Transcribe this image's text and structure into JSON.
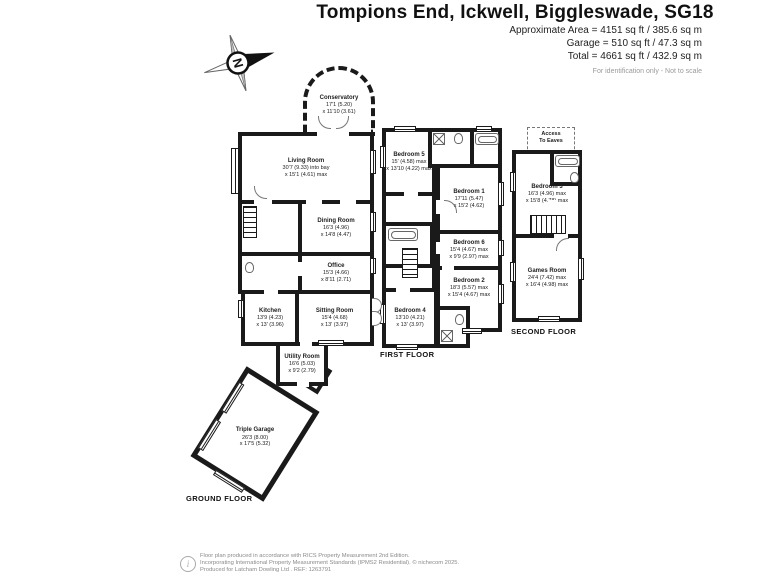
{
  "header": {
    "title": "Tompions End, Ickwell, Biggleswade, SG18",
    "area_line1": "Approximate Area = 4151 sq ft / 385.6 sq m",
    "area_line2": "Garage = 510 sq ft / 47.3 sq m",
    "area_line3": "Total = 4661 sq ft / 432.9 sq m",
    "note": "For identification only - Not to scale"
  },
  "compass": {
    "north_label": "N"
  },
  "floors": {
    "ground": {
      "label": "GROUND FLOOR"
    },
    "first": {
      "label": "FIRST FLOOR"
    },
    "second": {
      "label": "SECOND FLOOR",
      "access_line1": "Access",
      "access_line2": "To Eaves"
    }
  },
  "rooms": {
    "conservatory": {
      "name": "Conservatory",
      "dim1": "17'1 (5.20)",
      "dim2": "x 11'10 (3.61)"
    },
    "living_room": {
      "name": "Living Room",
      "dim1": "30'7 (9.33) into bay",
      "dim2": "x 15'1 (4.61) max"
    },
    "dining_room": {
      "name": "Dining Room",
      "dim1": "16'3 (4.96)",
      "dim2": "x 14'8 (4.47)"
    },
    "office": {
      "name": "Office",
      "dim1": "15'3 (4.66)",
      "dim2": "x 8'11 (2.71)"
    },
    "kitchen": {
      "name": "Kitchen",
      "dim1": "13'9 (4.23)",
      "dim2": "x 13' (3.96)"
    },
    "sitting_room": {
      "name": "Sitting Room",
      "dim1": "15'4 (4.68)",
      "dim2": "x 13' (3.97)"
    },
    "utility_room": {
      "name": "Utility Room",
      "dim1": "16'6 (5.03)",
      "dim2": "x 9'2 (2.79)"
    },
    "triple_garage": {
      "name": "Triple Garage",
      "dim1": "26'3 (8.00)",
      "dim2": "x 17'5 (5.32)"
    },
    "bedroom_5": {
      "name": "Bedroom 5",
      "dim1": "15' (4.58) max",
      "dim2": "x 13'10 (4.22) max"
    },
    "bedroom_1": {
      "name": "Bedroom 1",
      "dim1": "17'11 (5.47)",
      "dim2": "x 15'2 (4.62)"
    },
    "bedroom_6": {
      "name": "Bedroom 6",
      "dim1": "15'4 (4.67) max",
      "dim2": "x 9'9 (2.97) max"
    },
    "bedroom_2": {
      "name": "Bedroom 2",
      "dim1": "18'3 (5.57) max",
      "dim2": "x 15'4 (4.67) max"
    },
    "bedroom_4": {
      "name": "Bedroom 4",
      "dim1": "13'10 (4.21)",
      "dim2": "x 13' (3.97)"
    },
    "bedroom_3": {
      "name": "Bedroom 3",
      "dim1": "16'3 (4.96) max",
      "dim2": "x 15'8 (4.78) max"
    },
    "games_room": {
      "name": "Games Room",
      "dim1": "24'4 (7.42) max",
      "dim2": "x 16'4 (4.98) max"
    }
  },
  "footer": {
    "info_icon": "i",
    "line1": "Floor plan produced in accordance with RICS Property Measurement 2nd Edition.",
    "line2": "Incorporating International Property Measurement Standards (IPMS2 Residential).   © nichecom 2025.",
    "line3": "Produced for Latcham Dowling Ltd .   REF: 1263791"
  },
  "colors": {
    "wall": "#1a1a1a",
    "text": "#222222",
    "muted": "#8a8a8a"
  }
}
